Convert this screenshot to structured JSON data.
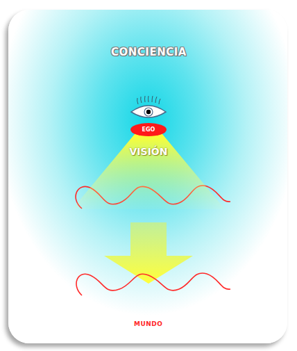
{
  "diagram": {
    "nodes": [
      {
        "text": [
          "EGO"
        ]
      },
      {
        "text": [
          "VISIÓN"
        ]
      }
    ],
    "labels": [
      "CONCIENCIA",
      "MUNDO"
    ]
  }
}
